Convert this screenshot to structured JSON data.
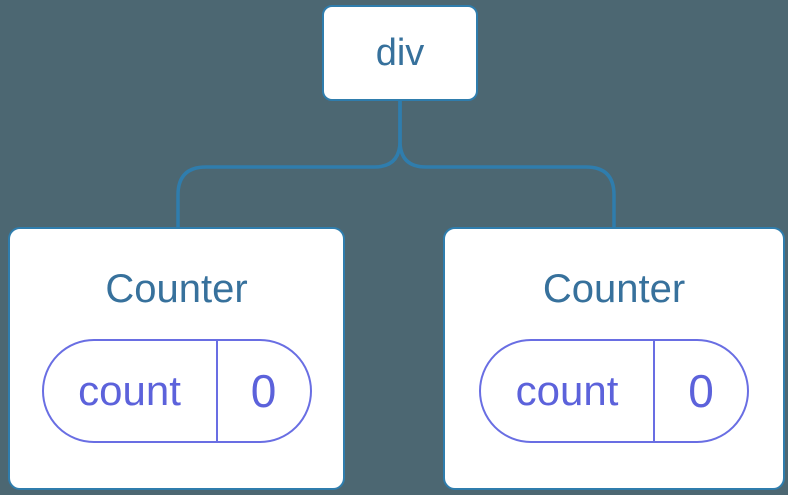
{
  "diagram": {
    "type": "component-tree",
    "colors": {
      "background": "#4C6772",
      "connector": "#2F7DAD",
      "node_border": "#2F7DAD",
      "node_fill": "#FFFFFF",
      "title_text": "#37719C",
      "pill_border": "#696EE3",
      "pill_text": "#5C62DB"
    },
    "root": {
      "label": "div"
    },
    "children": [
      {
        "title": "Counter",
        "state": {
          "key": "count",
          "value": "0"
        }
      },
      {
        "title": "Counter",
        "state": {
          "key": "count",
          "value": "0"
        }
      }
    ]
  }
}
